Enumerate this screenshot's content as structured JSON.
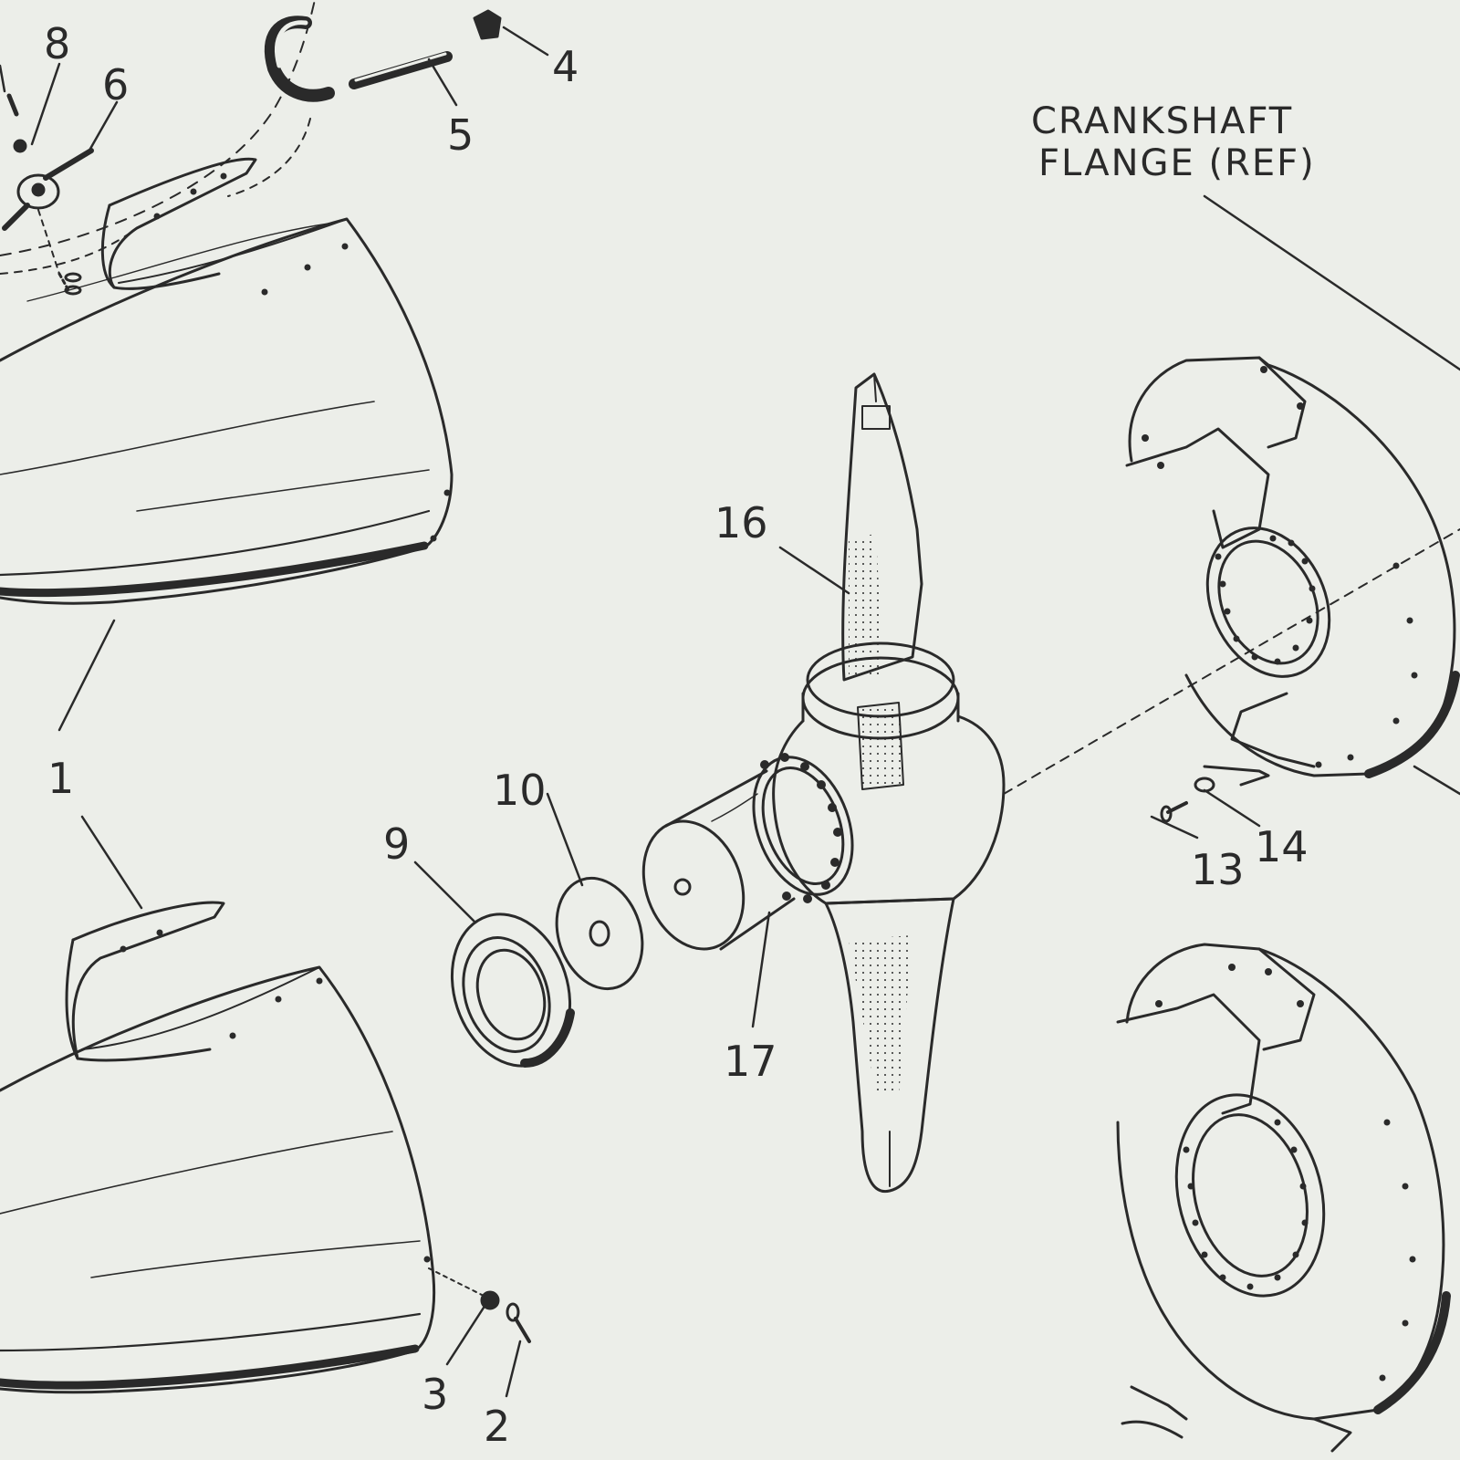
{
  "diagram": {
    "reference_label_line1": "CRANKSHAFT",
    "reference_label_line2": "FLANGE (REF)",
    "callouts": {
      "c8": "8",
      "c6": "6",
      "c4": "4",
      "c5": "5",
      "c1": "1",
      "c10": "10",
      "c9": "9",
      "c16": "16",
      "c17": "17",
      "c13": "13",
      "c14": "14",
      "c3": "3",
      "c2": "2"
    },
    "colors": {
      "paper": "#eceee9",
      "ink": "#2a2a2a"
    }
  }
}
